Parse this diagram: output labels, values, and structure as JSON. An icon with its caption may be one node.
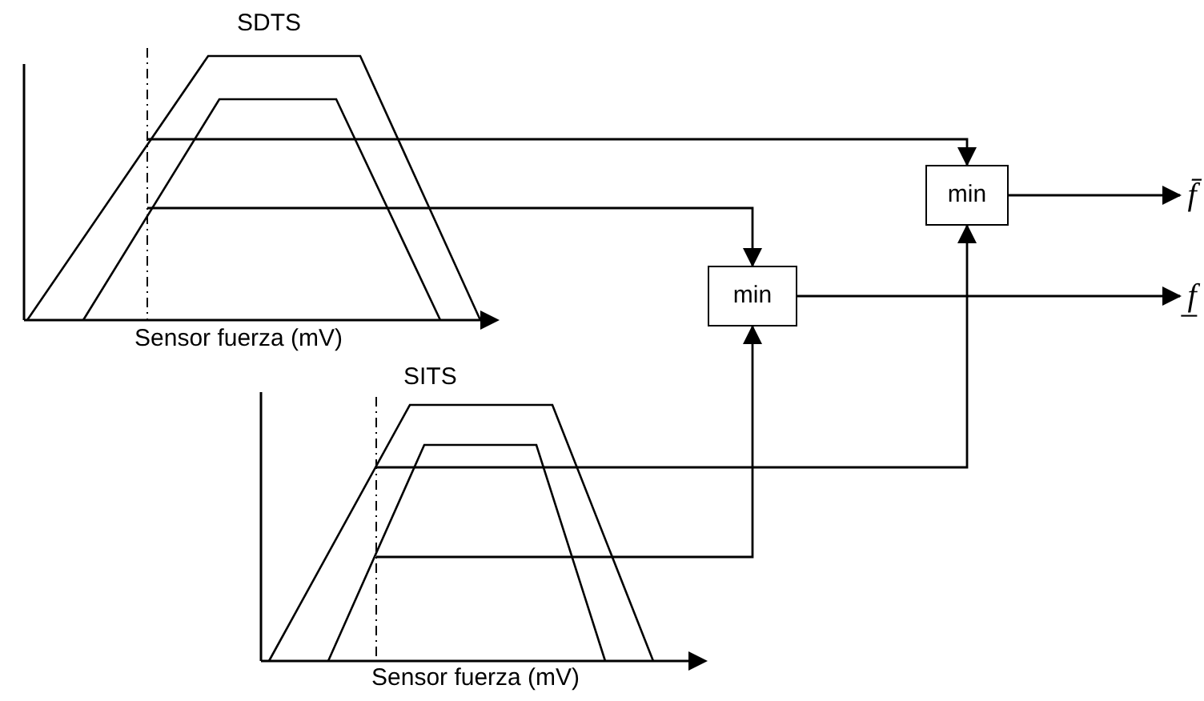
{
  "diagram": {
    "nodes": [
      {
        "text": [
          "SDTS"
        ],
        "beside": [
          "Sensor fuerza (mV)"
        ]
      },
      {
        "text": [
          "min"
        ]
      },
      {
        "text": [
          "f̄"
        ]
      },
      {
        "text": [
          "min"
        ]
      },
      {
        "text": [
          "f̲"
        ]
      },
      {
        "text": [
          "SITS"
        ],
        "beside": [
          "Sensor fuerza (mV)"
        ]
      }
    ],
    "edges": [
      {
        "from": 0,
        "to": 1,
        "arrow": "to"
      },
      {
        "from": 0,
        "to": 3,
        "arrow": "to"
      },
      {
        "from": 5,
        "to": 3,
        "arrow": "to"
      },
      {
        "from": 5,
        "to": 1,
        "arrow": "to"
      },
      {
        "from": 1,
        "to": 2,
        "arrow": "to"
      },
      {
        "from": 3,
        "to": 4,
        "arrow": "to"
      }
    ]
  }
}
